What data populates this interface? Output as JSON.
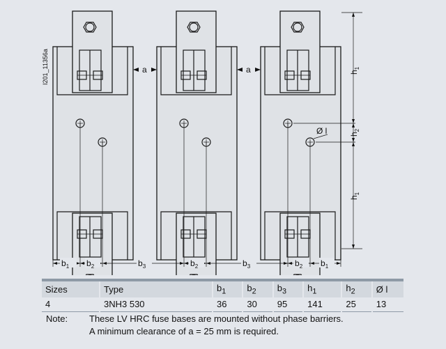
{
  "drawing": {
    "figure_id": "I201_11356a",
    "dim_labels": {
      "a": "a",
      "b1": "b",
      "b2": "b",
      "b3": "b",
      "h1": "h",
      "h2": "h",
      "hole": "Ø l"
    },
    "subscripts": {
      "one": "1",
      "two": "2",
      "three": "3"
    }
  },
  "table": {
    "headers": [
      "Sizes",
      "Type",
      "b1",
      "b2",
      "b3",
      "h1",
      "h2",
      "Ø l"
    ],
    "header_base": [
      "Sizes",
      "Type",
      "b",
      "b",
      "b",
      "h",
      "h",
      "Ø l"
    ],
    "header_sub": [
      "",
      "",
      "1",
      "2",
      "3",
      "1",
      "2",
      ""
    ],
    "row": [
      "4",
      "3NH3 530",
      "36",
      "30",
      "95",
      "141",
      "25",
      "13"
    ]
  },
  "note": {
    "label": "Note:",
    "line1": "These LV HRC fuse bases are mounted without phase barriers.",
    "line2": "A minimum clearance of a = 25 mm is required."
  }
}
